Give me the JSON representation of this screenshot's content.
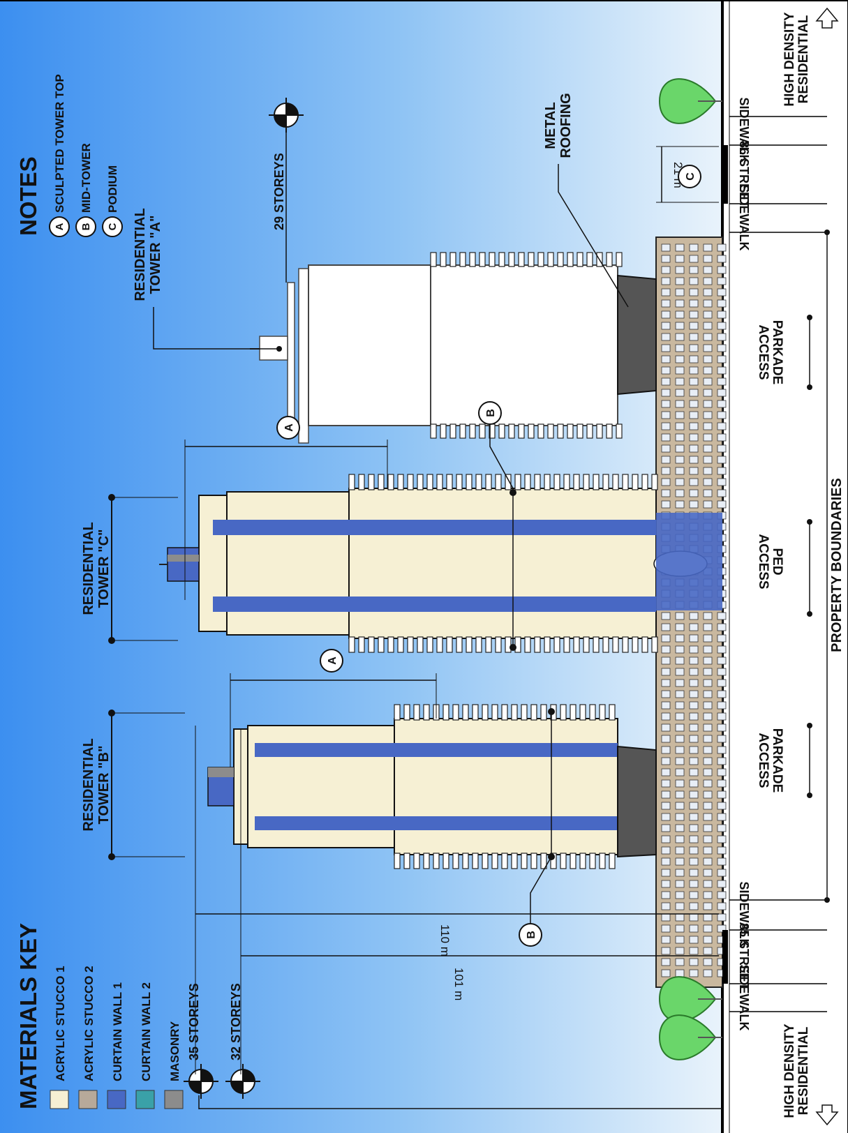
{
  "materials_key": {
    "title": "MATERIALS KEY",
    "items": [
      {
        "label": "ACRYLIC STUCCO 1",
        "color": "#f6f0d4"
      },
      {
        "label": "ACRYLIC STUCCO 2",
        "color": "#b7a99a"
      },
      {
        "label": "CURTAIN WALL 1",
        "color": "#4868c4"
      },
      {
        "label": "CURTAIN WALL 2",
        "color": "#3aa1a8"
      },
      {
        "label": "MASONRY",
        "color": "#8c8c8c"
      }
    ]
  },
  "notes": {
    "title": "NOTES",
    "items": [
      {
        "letter": "A",
        "label": "SCULPTED TOWER TOP"
      },
      {
        "letter": "B",
        "label": "MID-TOWER"
      },
      {
        "letter": "C",
        "label": "PODIUM"
      }
    ]
  },
  "levels": {
    "storeys_35": "35 STOREYS",
    "storeys_32": "32 STOREYS",
    "storeys_29": "29 STOREYS"
  },
  "dimensions": {
    "d110": "110 m",
    "d101": "101 m",
    "d21": "21 m"
  },
  "towers": {
    "tower_b": [
      "RESIDENTIAL",
      "TOWER \"B\""
    ],
    "tower_c": [
      "RESIDENTIAL",
      "TOWER \"C\""
    ],
    "tower_a": [
      "RESIDENTIAL",
      "TOWER \"A\""
    ]
  },
  "callouts": {
    "metal_roofing": [
      "METAL",
      "ROOFING"
    ],
    "a": "A",
    "b": "B",
    "c": "C"
  },
  "ground": {
    "high_density_residential": [
      "HIGH DENSITY",
      "RESIDENTIAL"
    ],
    "sidewalk": "SIDEWALK",
    "street_85": "85 STREET",
    "street_86": "86 STREET",
    "parkade_access": [
      "PARKADE",
      "ACCESS"
    ],
    "ped_access": [
      "PED",
      "ACCESS"
    ],
    "property_boundaries": "PROPERTY BOUNDARIES"
  }
}
